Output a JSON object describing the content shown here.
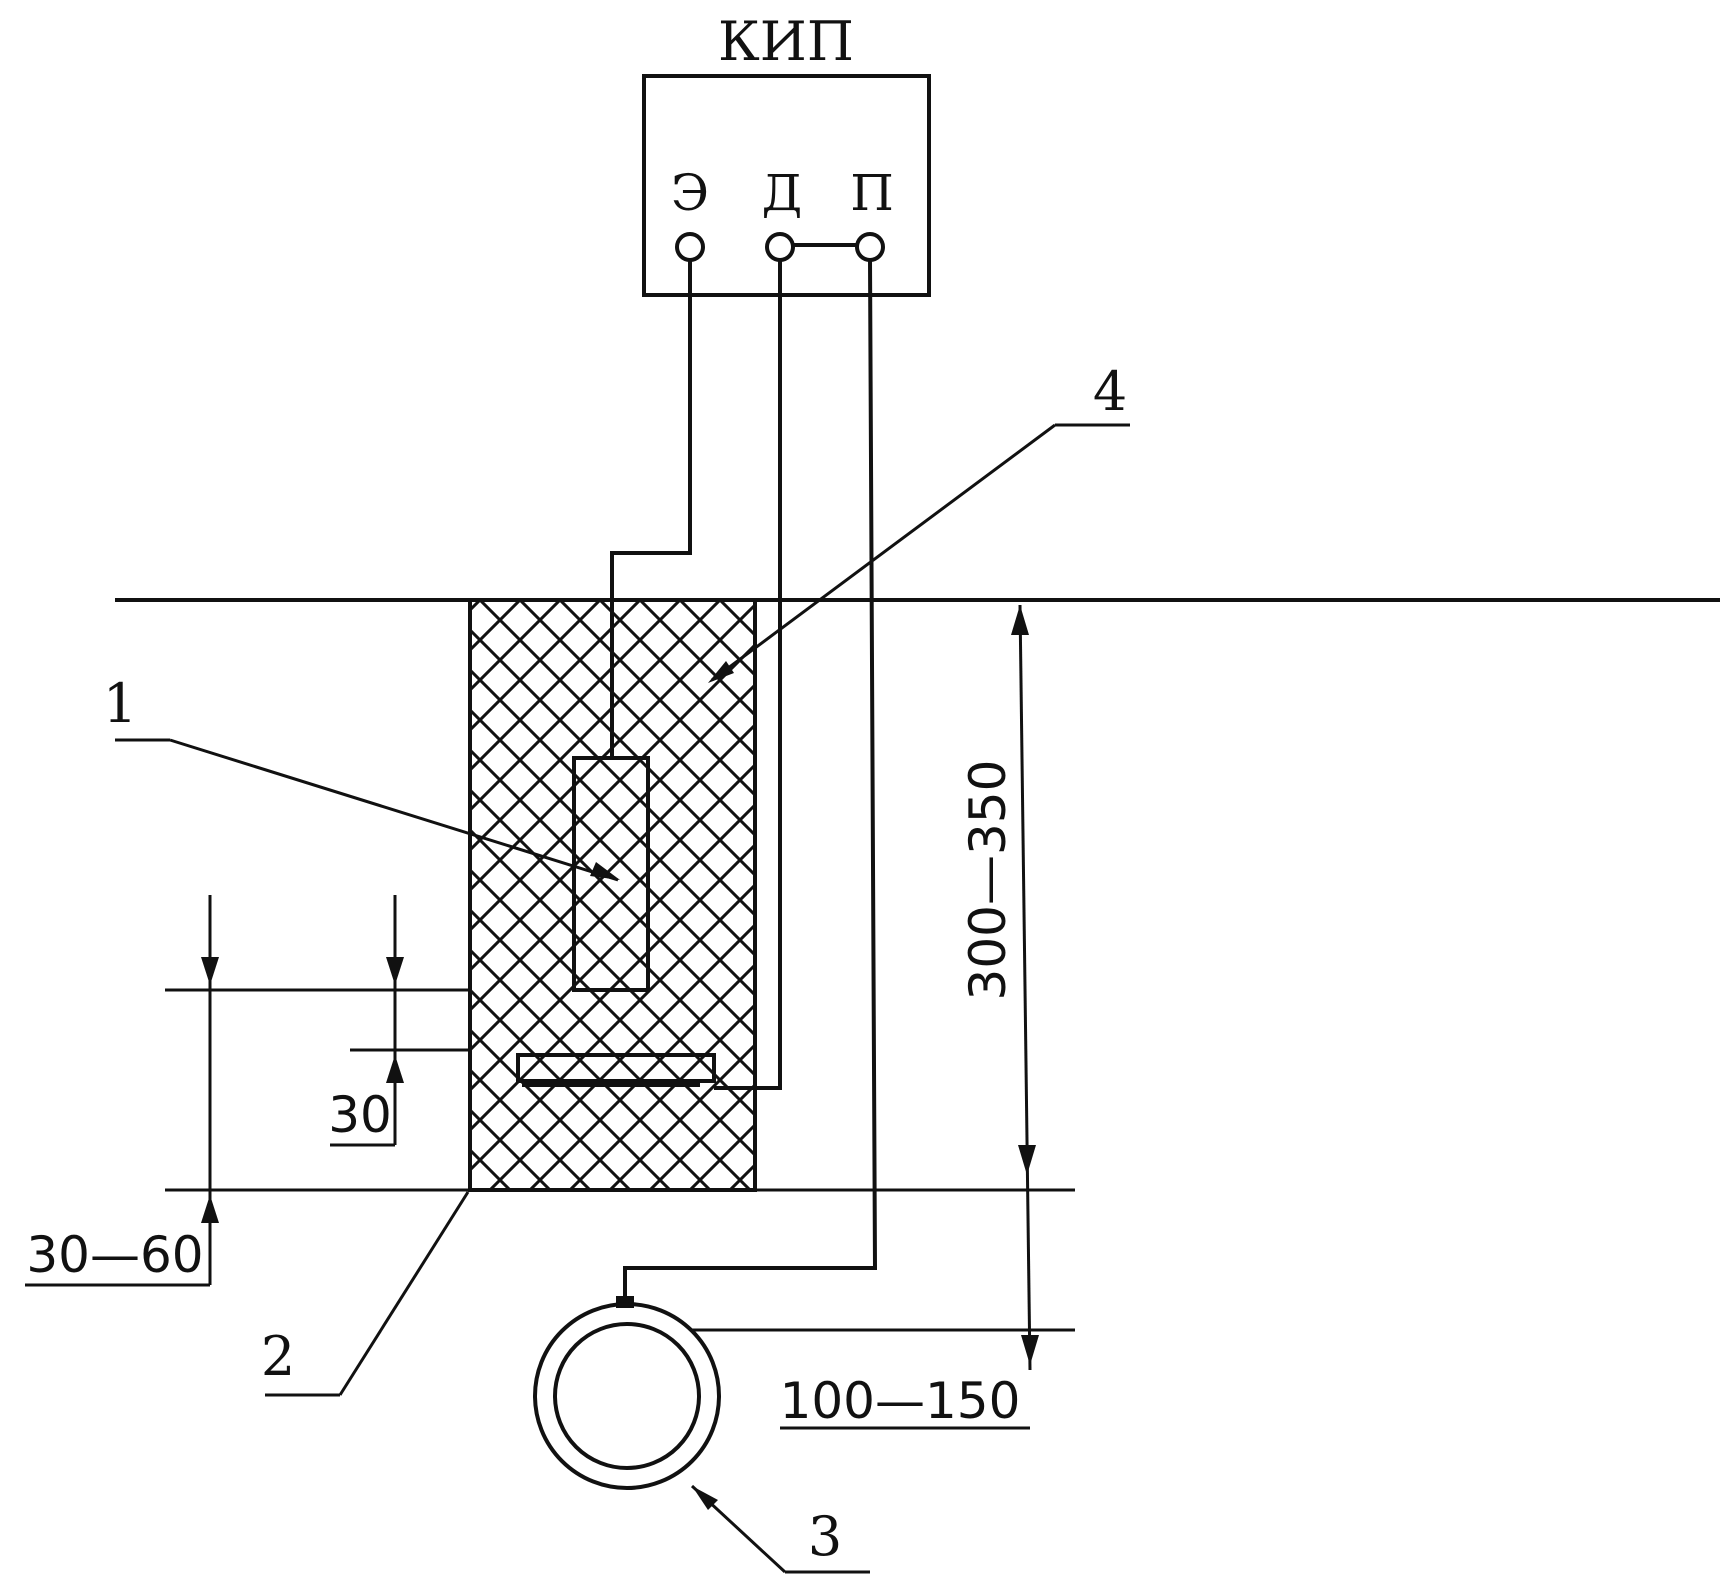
{
  "diagram": {
    "meter_box": {
      "title": "КИП",
      "terminals": [
        "Э",
        "Д",
        "П"
      ]
    },
    "callouts": [
      "1",
      "2",
      "3",
      "4"
    ],
    "dimensions": {
      "depth_total": "300—350",
      "pipe_clearance": "100—150",
      "plate_offset": "30",
      "bottom_layer": "30—60"
    },
    "colors": {
      "ink": "#111111",
      "paper": "#ffffff"
    }
  }
}
